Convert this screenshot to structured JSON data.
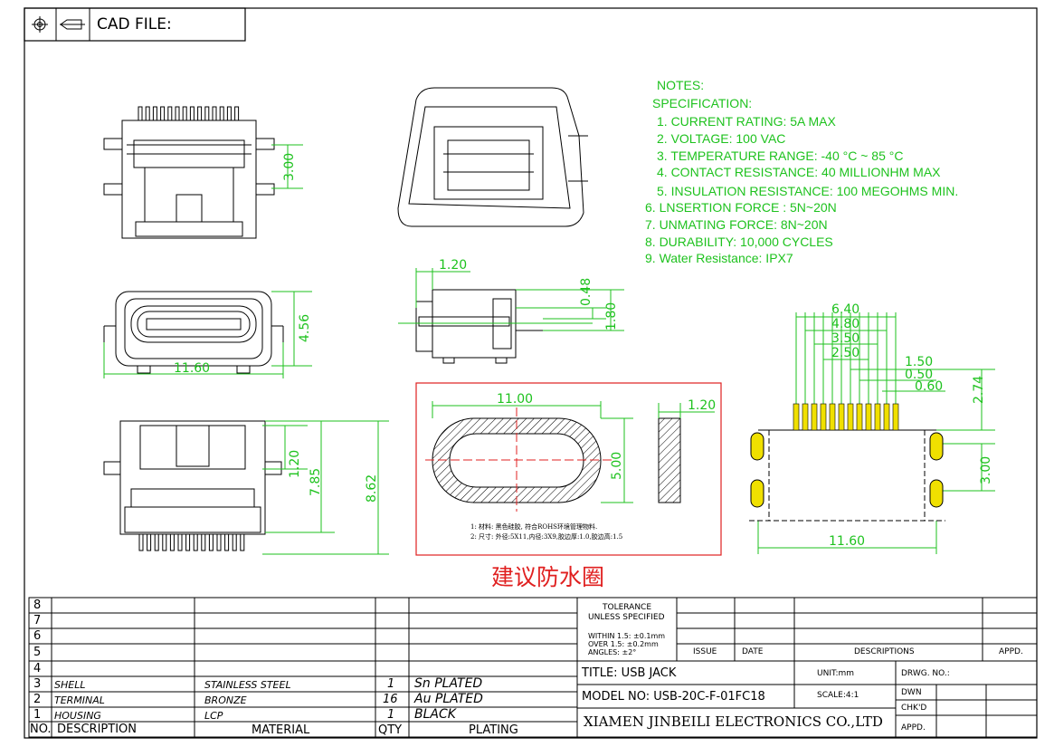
{
  "header": {
    "cad_label": "CAD FILE:"
  },
  "notes": {
    "title": "NOTES:",
    "spec": "SPECIFICATION:",
    "items": [
      "1. CURRENT RATING: 5A MAX",
      "2. VOLTAGE: 100 VAC",
      "3. TEMPERATURE RANGE: -40 °C ~ 85 °C",
      "4. CONTACT RESISTANCE: 40 MILLIONHM MAX",
      "5. INSULATION RESISTANCE: 100 MEGOHMS MIN.",
      "6. LNSERTION FORCE : 5N~20N",
      "7. UNMATING FORCE: 8N~20N",
      "8. DURABILITY:  10,000 CYCLES",
      "9. Water Resistance: IPX7"
    ]
  },
  "dimensions": {
    "d_3_00_top": "3.00",
    "d_4_56": "4.56",
    "d_11_60_front": "11.60",
    "d_1_20_side": "1.20",
    "d_0_48": "0.48",
    "d_1_80": "1.80",
    "d_1_20_bottom": "1.20",
    "d_7_85": "7.85",
    "d_8_62": "8.62",
    "d_6_40": "6.40",
    "d_4_80": "4.80",
    "d_3_50": "3.50",
    "d_2_50": "2.50",
    "d_1_50": "1.50",
    "d_0_50": "0.50",
    "d_0_60": "0.60",
    "d_2_74": "2.74",
    "d_3_00_pcb": "3.00",
    "d_11_60_pcb": "11.60"
  },
  "gasket": {
    "d_11_00": "11.00",
    "d_5_00": "5.00",
    "d_1_20": "1.20",
    "note1": "1: 材料: 黑色硅胶, 符合ROHS环境管理物料.",
    "note2": "2: 尺寸: 外径:5X11,内径:3X9,胶边厚:1.0,胶边高:1.5",
    "caption": "建议防水圈"
  },
  "bom": {
    "row_numbers": [
      "8",
      "7",
      "6",
      "5",
      "4",
      "3",
      "2",
      "1"
    ],
    "rows": [
      {
        "no": "3",
        "desc": "SHELL",
        "material": "STAINLESS STEEL",
        "qty": "1",
        "plating": "Sn PLATED"
      },
      {
        "no": "2",
        "desc": "TERMINAL",
        "material": "BRONZE",
        "qty": "16",
        "plating": "Au PLATED"
      },
      {
        "no": "1",
        "desc": "HOUSING",
        "material": "LCP",
        "qty": "1",
        "plating": "BLACK"
      }
    ],
    "header": {
      "no": "NO.",
      "desc": "DESCRIPTION",
      "material": "MATERIAL",
      "qty": "QTY",
      "plating": "PLATING"
    }
  },
  "titleblock": {
    "tolerance": "TOLERANCE",
    "unless": "UNLESS SPECIFIED",
    "within": "WITHIN  1.5: ±0.1mm",
    "over": "OVER 1.5:  ±0.2mm",
    "angles": "ANGLES: ±2°",
    "issue": "ISSUE",
    "date": "DATE",
    "descriptions": "DESCRIPTIONS",
    "appd": "APPD.",
    "title": "TITLE:  USB JACK",
    "unit": "UNIT:mm",
    "drwg": "DRWG. NO.:",
    "model": "MODEL NO: USB-20C-F-01FC18",
    "scale": "SCALE:4:1",
    "dwn": "DWN",
    "chkd": "CHK'D",
    "appd2": "APPD.",
    "company": "XIAMEN JINBEILI ELECTRONICS CO.,LTD"
  },
  "colors": {
    "dimension": "#1ec21e",
    "red": "#e02020",
    "pad": "#f0e000"
  }
}
